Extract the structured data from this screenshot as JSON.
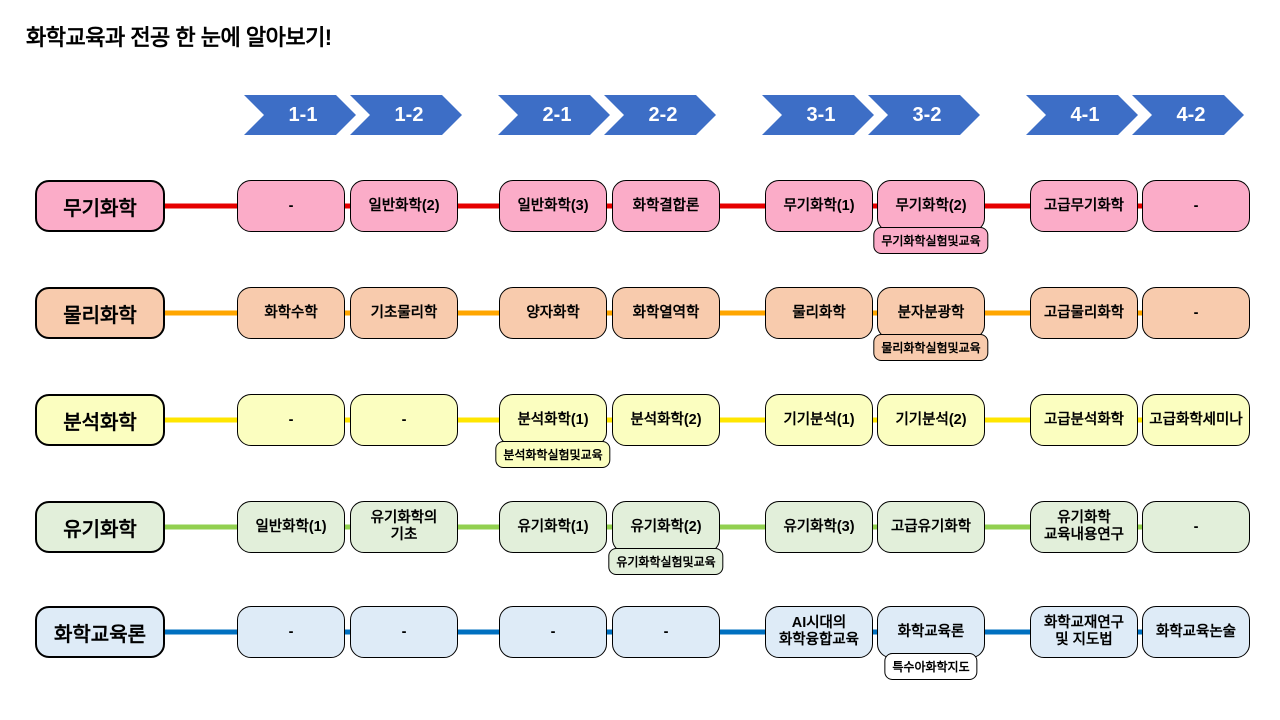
{
  "title": "화학교육과 전공 한 눈에 알아보기!",
  "arrow_color": "#3d6ec6",
  "semesters": [
    "1-1",
    "1-2",
    "2-1",
    "2-2",
    "3-1",
    "3-2",
    "4-1",
    "4-2"
  ],
  "rows": [
    {
      "label": "무기화학",
      "box_color": "#fbacc8",
      "line_color": "#e60000",
      "courses": [
        {
          "label": "-"
        },
        {
          "label": "일반화학(2)"
        },
        {
          "label": "일반화학(3)"
        },
        {
          "label": "화학결합론"
        },
        {
          "label": "무기화학(1)"
        },
        {
          "label": "무기화학(2)",
          "sub": "무기화학실험및교육"
        },
        {
          "label": "고급무기화학"
        },
        {
          "label": "-"
        }
      ]
    },
    {
      "label": "물리화학",
      "box_color": "#f8cbad",
      "line_color": "#ffa600",
      "courses": [
        {
          "label": "화학수학"
        },
        {
          "label": "기초물리학"
        },
        {
          "label": "양자화학"
        },
        {
          "label": "화학열역학"
        },
        {
          "label": "물리화학"
        },
        {
          "label": "분자분광학",
          "sub": "물리화학실험및교육"
        },
        {
          "label": "고급물리화학"
        },
        {
          "label": "-"
        }
      ]
    },
    {
      "label": "분석화학",
      "box_color": "#fbfec0",
      "line_color": "#ffe600",
      "courses": [
        {
          "label": "-"
        },
        {
          "label": "-"
        },
        {
          "label": "분석화학(1)",
          "sub": "분석화학실험및교육"
        },
        {
          "label": "분석화학(2)"
        },
        {
          "label": "기기분석(1)"
        },
        {
          "label": "기기분석(2)"
        },
        {
          "label": "고급분석화학"
        },
        {
          "label": "고급화학세미나"
        }
      ]
    },
    {
      "label": "유기화학",
      "box_color": "#e2efda",
      "line_color": "#92d050",
      "courses": [
        {
          "label": "일반화학(1)"
        },
        {
          "label": "유기화학의\n기초"
        },
        {
          "label": "유기화학(1)"
        },
        {
          "label": "유기화학(2)",
          "sub": "유기화학실험및교육"
        },
        {
          "label": "유기화학(3)"
        },
        {
          "label": "고급유기화학"
        },
        {
          "label": "유기화학\n교육내용연구"
        },
        {
          "label": "-"
        }
      ]
    },
    {
      "label": "화학교육론",
      "box_color": "#deebf7",
      "line_color": "#0070c0",
      "sub_color": "#ffffff",
      "courses": [
        {
          "label": "-"
        },
        {
          "label": "-"
        },
        {
          "label": "-"
        },
        {
          "label": "-"
        },
        {
          "label": "AI시대의\n화학융합교육"
        },
        {
          "label": "화학교육론",
          "sub": "특수아화학지도"
        },
        {
          "label": "화학교재연구\n및 지도법"
        },
        {
          "label": "화학교육논술"
        }
      ]
    }
  ]
}
